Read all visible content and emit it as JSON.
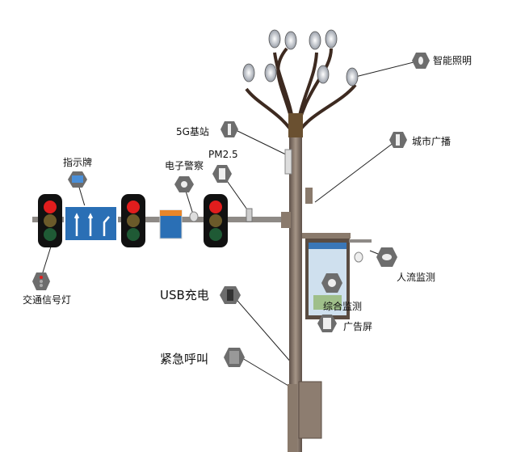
{
  "labels": {
    "smart_lighting": "智能照明",
    "base_station_5g": "5G基站",
    "city_broadcast": "城市广播",
    "sign": "指示牌",
    "e_police": "电子警察",
    "pm25": "PM2.5",
    "traffic_light": "交通信号灯",
    "crowd_monitor": "人流监测",
    "integrated_monitor": "综合监测",
    "usb_charge": "USB充电",
    "ad_screen": "广告屏",
    "emergency_call": "紧急呼叫"
  },
  "colors": {
    "pole": "#7a6a5e",
    "hexagon": "#6d6d6d",
    "sign_blue": "#2a6fb5",
    "red": "#e11d1d",
    "amber": "#6b5a2a",
    "green": "#1f5a35"
  }
}
